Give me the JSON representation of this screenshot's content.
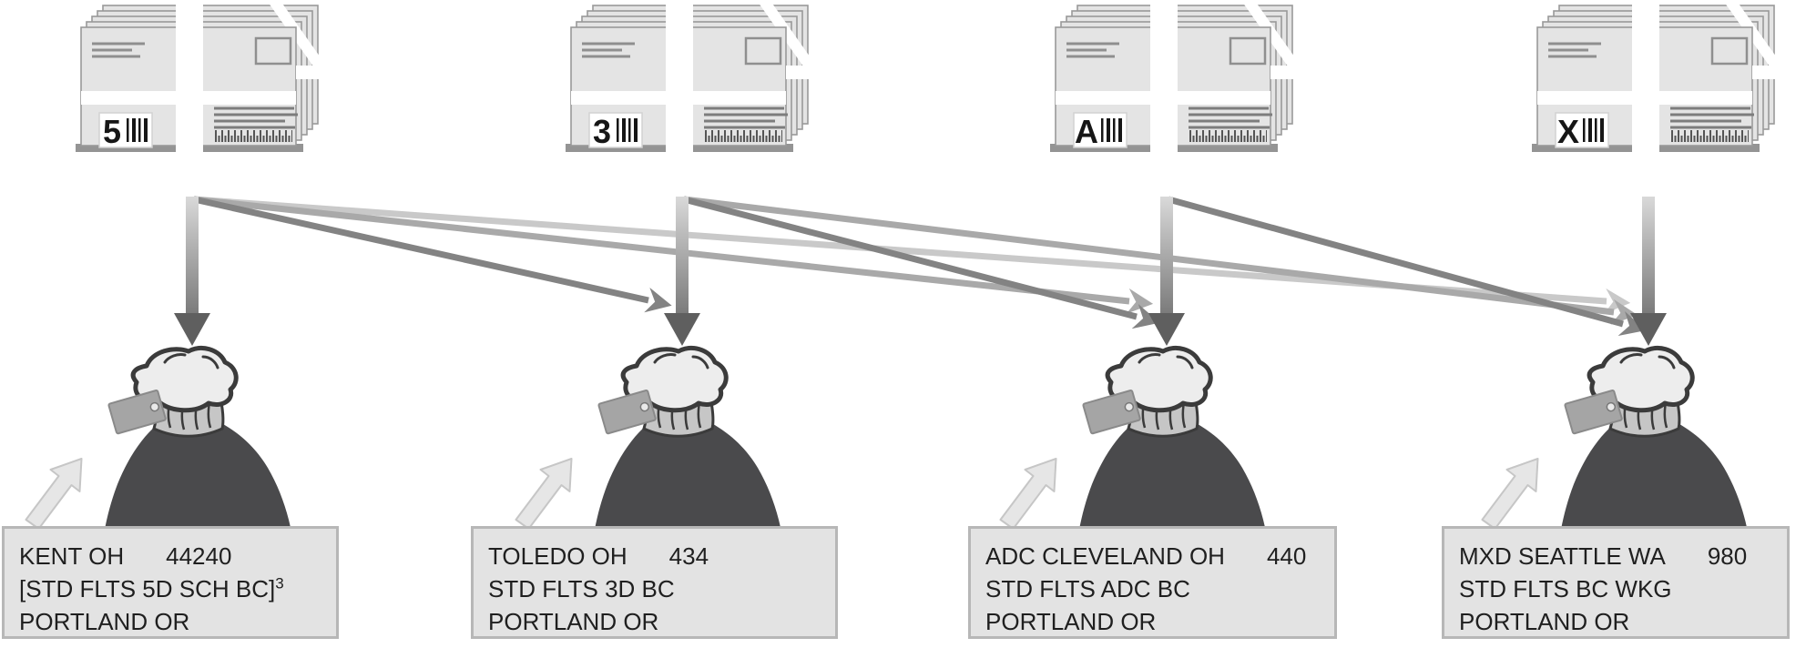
{
  "bundles": [
    {
      "char": "5"
    },
    {
      "char": "3"
    },
    {
      "char": "A"
    },
    {
      "char": "X"
    }
  ],
  "sack_labels": [
    {
      "line1_left": "KENT OH",
      "line1_right": "44240",
      "line2": "[STD FLTS 5D SCH BC]",
      "line2_sup": "3",
      "line3": "PORTLAND OR"
    },
    {
      "line1_left": "TOLEDO OH",
      "line1_right": "434",
      "line2": "STD FLTS 3D BC",
      "line2_sup": "",
      "line3": "PORTLAND OR"
    },
    {
      "line1_left": "ADC CLEVELAND OH",
      "line1_right": "440",
      "line2": "STD FLTS ADC BC",
      "line2_sup": "",
      "line3": "PORTLAND OR"
    },
    {
      "line1_left": "MXD SEATTLE WA",
      "line1_right": "980",
      "line2": "STD FLTS BC WKG",
      "line2_sup": "",
      "line3": "PORTLAND OR"
    }
  ],
  "connections": [
    {
      "from": "bundle-1",
      "to": "sack-1",
      "emphasis": "primary-vertical"
    },
    {
      "from": "bundle-1",
      "to": "sack-2",
      "emphasis": "dark"
    },
    {
      "from": "bundle-1",
      "to": "sack-3",
      "emphasis": "medium"
    },
    {
      "from": "bundle-1",
      "to": "sack-4",
      "emphasis": "light"
    },
    {
      "from": "bundle-2",
      "to": "sack-2",
      "emphasis": "primary-vertical"
    },
    {
      "from": "bundle-2",
      "to": "sack-3",
      "emphasis": "dark"
    },
    {
      "from": "bundle-2",
      "to": "sack-4",
      "emphasis": "medium"
    },
    {
      "from": "bundle-3",
      "to": "sack-3",
      "emphasis": "primary-vertical"
    },
    {
      "from": "bundle-3",
      "to": "sack-4",
      "emphasis": "dark"
    },
    {
      "from": "bundle-4",
      "to": "sack-4",
      "emphasis": "primary-vertical"
    }
  ],
  "colors": {
    "page_bg": "#ffffff",
    "bundle_fill": "#e4e4e4",
    "bundle_edge": "#999999",
    "bundle_shadow": "#949494",
    "arrow_grad_top": "#d9d9d9",
    "arrow_grad_bottom": "#616161",
    "arrow_head": "#5f5f5f",
    "diag_dark": "#838383",
    "diag_medium": "#a9a9a9",
    "diag_light": "#c9c9c9",
    "sack_body": "#4a4a4c",
    "sack_knot": "#ededed",
    "sack_outline": "#3b3b3b",
    "sack_neck": "#c6c6c6",
    "tag_fill": "#a5a5a5",
    "pointer_fill": "#e6e6e6",
    "box_bg": "#e3e3e3",
    "box_border": "#b7b7b7",
    "label_text": "#1f1f1f"
  }
}
